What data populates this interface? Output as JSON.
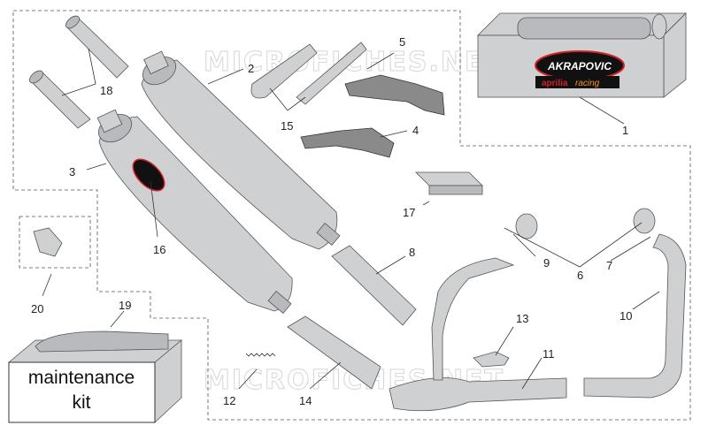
{
  "watermark": "MICROFICHES.NET",
  "brand": {
    "logo_text": "AKRAPOVIC",
    "sub_brand_a": "aprilia",
    "sub_brand_b": "racing",
    "colors": {
      "logo_red": "#d2232a",
      "logo_black": "#111111",
      "logo_orange": "#f7941d"
    }
  },
  "maintenance_kit": {
    "line1": "maintenance",
    "line2": "kit"
  },
  "callouts": [
    "1",
    "2",
    "3",
    "4",
    "5",
    "6",
    "7",
    "8",
    "9",
    "10",
    "11",
    "12",
    "13",
    "14",
    "15",
    "16",
    "17",
    "18",
    "19",
    "20"
  ]
}
